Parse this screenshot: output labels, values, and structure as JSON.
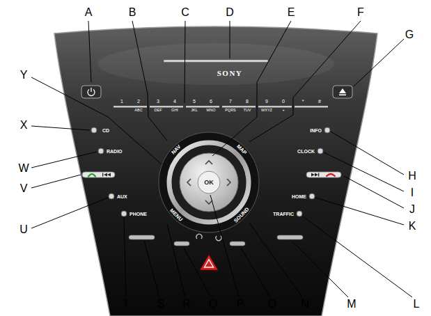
{
  "diagram": {
    "labels": [
      "A",
      "B",
      "C",
      "D",
      "E",
      "F",
      "G",
      "H",
      "I",
      "J",
      "K",
      "L",
      "M",
      "N",
      "O",
      "P",
      "Q",
      "R",
      "S",
      "T",
      "U",
      "V",
      "W",
      "X",
      "Y",
      "SONY",
      "1",
      "2",
      "3",
      "4",
      "5",
      "6",
      "7",
      "8",
      "9",
      "0",
      "*",
      "#",
      "ABC",
      "DEF",
      "GHI",
      "JKL",
      "MNO",
      "PQRS",
      "TUV",
      "WXYZ",
      "+",
      "CD",
      "RADIO",
      "AUX",
      "PHONE",
      "NAV",
      "MAP",
      "MENU",
      "SOUND",
      "OK",
      "INFO",
      "CLOCK",
      "HOME",
      "TRAFFIC"
    ]
  }
}
